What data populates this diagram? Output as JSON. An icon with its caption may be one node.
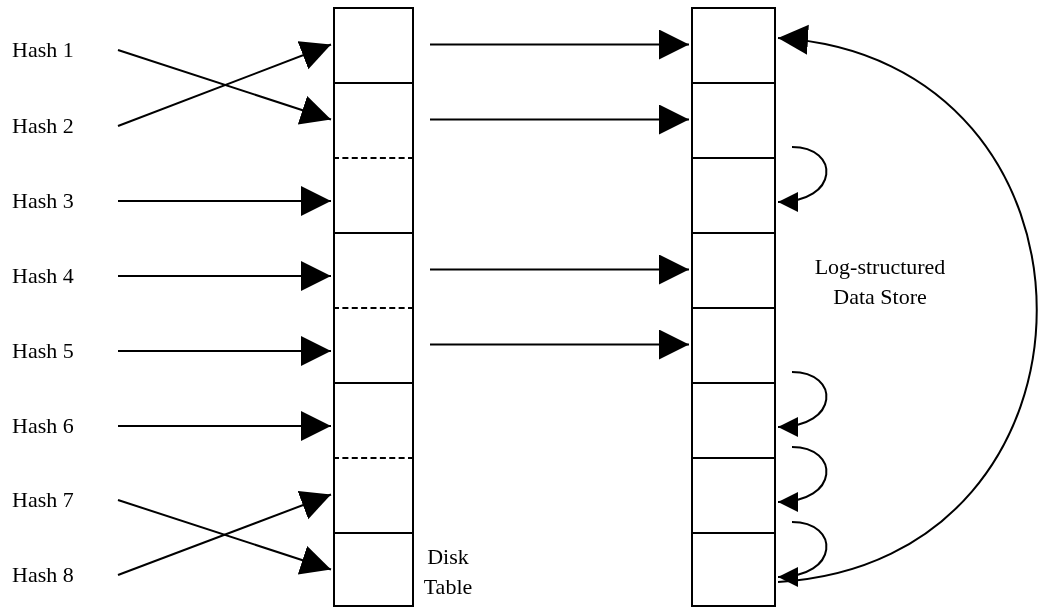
{
  "diagram": {
    "nodes": [
      {
        "text": [
          "Hash 1"
        ]
      },
      {
        "text": [
          "Hash 2"
        ]
      },
      {
        "text": [
          "Hash 3"
        ]
      },
      {
        "text": [
          "Hash 4"
        ]
      },
      {
        "text": [
          "Hash 5"
        ]
      },
      {
        "text": [
          "Hash 6"
        ]
      },
      {
        "text": [
          "Hash 7"
        ]
      },
      {
        "text": [
          "Hash 8"
        ]
      },
      {
        "text": [],
        "shape": "box",
        "beside": [
          "Disk Table"
        ]
      },
      {
        "text": [],
        "shape": "box",
        "in": 8
      },
      {
        "text": [],
        "shape": "box",
        "in": 8
      },
      {
        "text": [],
        "shape": "box",
        "in": 8
      },
      {
        "text": [],
        "shape": "box",
        "in": 8
      },
      {
        "text": [],
        "shape": "box",
        "in": 8
      },
      {
        "text": [],
        "shape": "box",
        "in": 8
      },
      {
        "text": [],
        "shape": "box",
        "in": 8
      },
      {
        "text": [],
        "shape": "box",
        "in": 8
      },
      {
        "text": [],
        "shape": "box",
        "beside": [
          "Log-structured Data Store"
        ]
      },
      {
        "text": [],
        "shape": "box",
        "in": 17
      },
      {
        "text": [],
        "shape": "box",
        "in": 17
      },
      {
        "text": [],
        "shape": "box",
        "in": 17
      },
      {
        "text": [],
        "shape": "box",
        "in": 17
      },
      {
        "text": [],
        "shape": "box",
        "in": 17
      },
      {
        "text": [],
        "shape": "box",
        "in": 17
      },
      {
        "text": [],
        "shape": "box",
        "in": 17
      },
      {
        "text": [],
        "shape": "box",
        "in": 17
      }
    ],
    "edges": [
      {
        "from": 0,
        "to": 10,
        "arrow": "to"
      },
      {
        "from": 1,
        "to": 9,
        "arrow": "to"
      },
      {
        "from": 2,
        "to": 11,
        "arrow": "to"
      },
      {
        "from": 3,
        "to": 12,
        "arrow": "to"
      },
      {
        "from": 4,
        "to": 13,
        "arrow": "to"
      },
      {
        "from": 5,
        "to": 14,
        "arrow": "to"
      },
      {
        "from": 6,
        "to": 16,
        "arrow": "to"
      },
      {
        "from": 7,
        "to": 15,
        "arrow": "to"
      },
      {
        "from": 9,
        "to": 18,
        "arrow": "to"
      },
      {
        "from": 10,
        "to": 19,
        "arrow": "to"
      },
      {
        "from": 12,
        "to": 21,
        "arrow": "to"
      },
      {
        "from": 13,
        "to": 22,
        "arrow": "to"
      },
      {
        "from": 19,
        "to": 20,
        "arrow": "to"
      },
      {
        "from": 22,
        "to": 23,
        "arrow": "to"
      },
      {
        "from": 23,
        "to": 24,
        "arrow": "to"
      },
      {
        "from": 24,
        "to": 25,
        "arrow": "to"
      },
      {
        "from": 25,
        "to": 18,
        "arrow": "to"
      }
    ]
  }
}
